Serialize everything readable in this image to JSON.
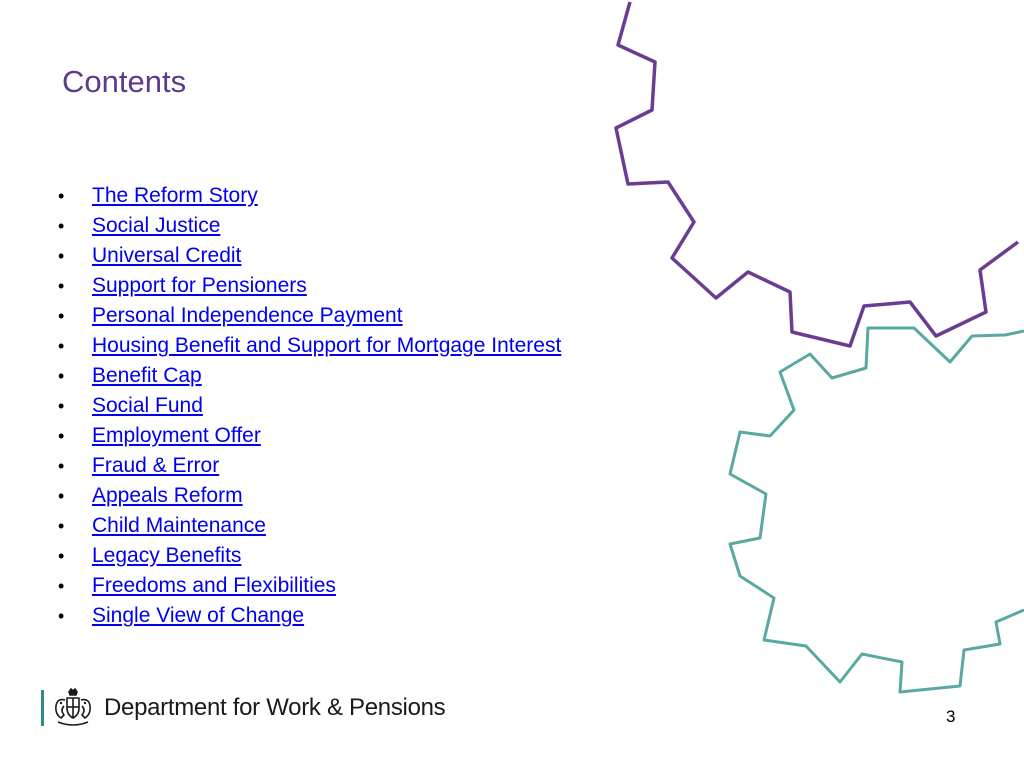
{
  "title": "Contents",
  "items": [
    {
      "label": "The Reform Story"
    },
    {
      "label": "Social Justice"
    },
    {
      "label": "Universal Credit"
    },
    {
      "label": "Support for Pensioners"
    },
    {
      "label": "Personal Independence Payment"
    },
    {
      "label": "Housing Benefit and Support for Mortgage Interest"
    },
    {
      "label": "Benefit Cap"
    },
    {
      "label": "Social Fund"
    },
    {
      "label": "Employment Offer"
    },
    {
      "label": "Fraud & Error"
    },
    {
      "label": "Appeals Reform"
    },
    {
      "label": "Child Maintenance"
    },
    {
      "label": "Legacy Benefits"
    },
    {
      "label": "Freedoms and Flexibilities"
    },
    {
      "label": "Single View of Change"
    }
  ],
  "bullet": "•",
  "footer": {
    "department": "Department for Work & Pensions",
    "crest_icon": "royal-coat-of-arms-icon",
    "page_number": "3"
  },
  "colors": {
    "title": "#5c3a8c",
    "link": "#0000ee",
    "gear_purple": "#6b3d91",
    "gear_teal": "#5aa8a2"
  }
}
